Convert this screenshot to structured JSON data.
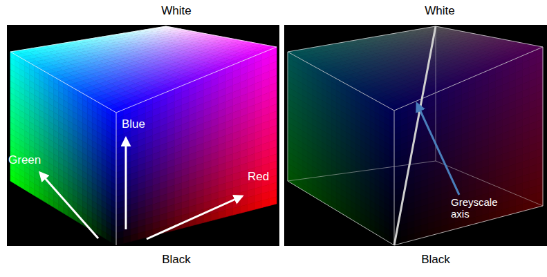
{
  "diagram": {
    "labels": [
      "White",
      "White",
      "Green",
      "Blue",
      "Red",
      "Greyscale axis",
      "Black",
      "Black"
    ]
  }
}
